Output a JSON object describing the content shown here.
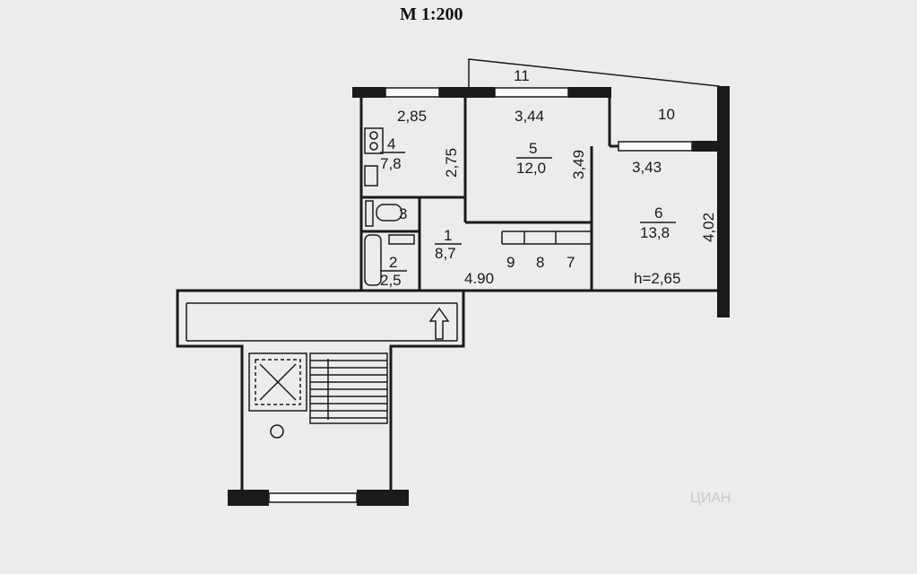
{
  "scale_label": "M 1:200",
  "rooms": [
    {
      "number": "1",
      "area": "8,7",
      "dim": "4.90"
    },
    {
      "number": "2",
      "area": "2,5"
    },
    {
      "number": "3"
    },
    {
      "number": "4",
      "area": "7,8",
      "width": "2,85",
      "depth": "2,75"
    },
    {
      "number": "5",
      "area": "12,0",
      "width": "3,44",
      "depth": "3,49"
    },
    {
      "number": "6",
      "area": "13,8",
      "width": "3,43",
      "depth": "4,02"
    },
    {
      "number": "7"
    },
    {
      "number": "8"
    },
    {
      "number": "9"
    },
    {
      "number": "10"
    },
    {
      "number": "11"
    }
  ],
  "ceiling_height": "h=2,65",
  "watermark": "ЦИАН"
}
